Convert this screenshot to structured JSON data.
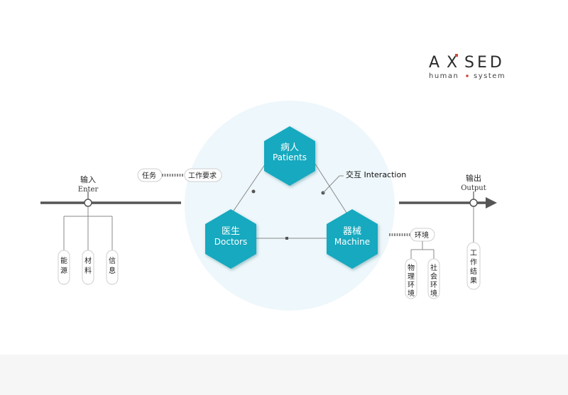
{
  "brand": {
    "logo_left": "A",
    "logo_x": "X",
    "logo_right": "SED",
    "tagline_left": "human",
    "tagline_right": "system",
    "accent_color": "#d0463a"
  },
  "colors": {
    "hex_fill": "#16a9bf",
    "hex_fill_dark": "#0f8fa3",
    "circle_fill": "#eef7fb",
    "line": "#555555",
    "pill_border": "#cfcfcf"
  },
  "nodes": {
    "patients": {
      "cn": "病人",
      "en": "Patients"
    },
    "doctors": {
      "cn": "医生",
      "en": "Doctors"
    },
    "machine": {
      "cn": "器械",
      "en": "Machine"
    }
  },
  "interaction": {
    "label": "交互 Interaction"
  },
  "input": {
    "cn": "输入",
    "en": "Enter",
    "sources": [
      "能源",
      "材料",
      "信息"
    ]
  },
  "output": {
    "cn": "输出",
    "en": "Output",
    "result": "工作结果"
  },
  "task": {
    "left": "任务",
    "right": "工作要求"
  },
  "environment": {
    "label": "环境",
    "items": [
      "物理环境",
      "社会环境"
    ]
  }
}
